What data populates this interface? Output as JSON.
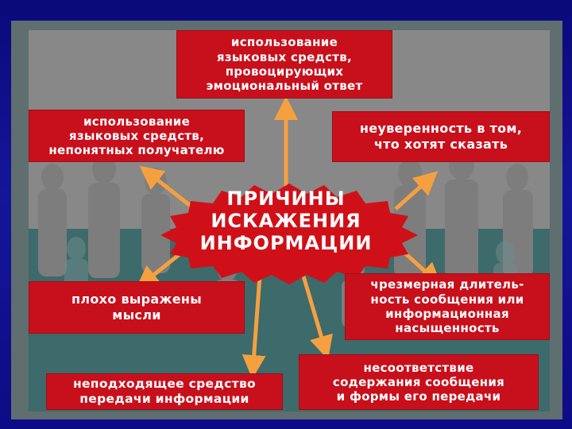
{
  "title": "ПРИЧИНЫ\nИСКАЖЕНИЯ\nИНФОРМАЦИИ",
  "colors": {
    "slide_bg": "#10108a",
    "panel_bg": "#888888",
    "box_red": "#c8101c",
    "arrow_orange": "#f5a040",
    "crowd": "#7a7a7a",
    "crowd_dark": "#3d6a6a"
  },
  "boxes": {
    "top": "использование\nязыковых средств,\nпровоцирующих\nэмоциональный ответ",
    "upper_left": "использование\nязыковых средств,\nнепонятных получателю",
    "upper_right": "неуверенность в том,\nчто хотят сказать",
    "middle_left": "плохо выражены\nмысли",
    "middle_right": "чрезмерная длитель-\nность сообщения или\nинформационная\nнасыщенность",
    "bottom_left": "неподходящее средство\nпередачи информации",
    "bottom_right": "несоответствие\nсодержания сообщения\nи формы его передачи"
  }
}
